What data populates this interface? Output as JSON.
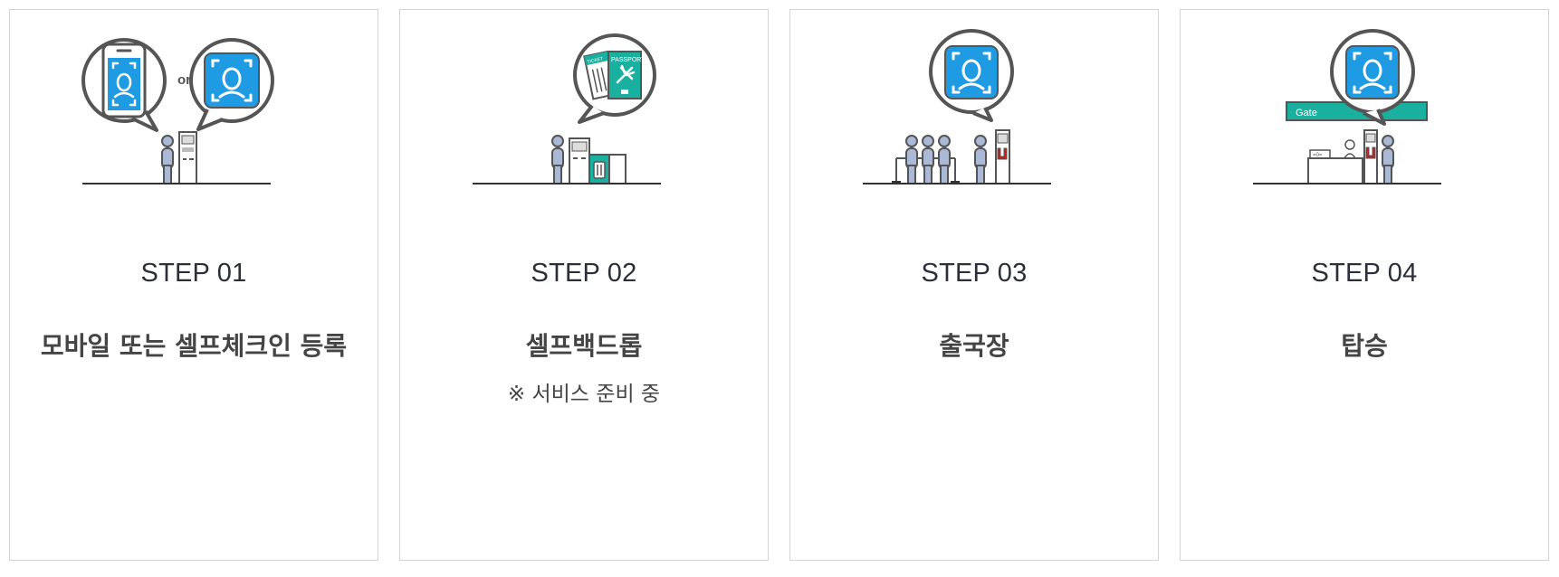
{
  "colors": {
    "face_blue": "#1e9be3",
    "teal": "#1ab09f",
    "outline": "#555555",
    "person": "#a9b9d6",
    "text_dark": "#2b2f3a",
    "text_gray": "#444444"
  },
  "steps": [
    {
      "number": "STEP 01",
      "title": "모바일 또는 셀프체크인 등록",
      "icons": [
        "smartphone-face-icon",
        "face-recognition-icon",
        "person-icon",
        "kiosk-icon"
      ],
      "or_label": "or"
    },
    {
      "number": "STEP 02",
      "title": "셀프백드롭",
      "note": "※ 서비스 준비 중",
      "icons": [
        "ticket-passport-icon",
        "person-icon",
        "baggage-drop-icon"
      ],
      "ticket_label": "TICKET",
      "passport_label": "PASSPORT"
    },
    {
      "number": "STEP 03",
      "title": "출국장",
      "icons": [
        "face-recognition-icon",
        "queue-people-icon",
        "gate-kiosk-icon"
      ]
    },
    {
      "number": "STEP 04",
      "title": "탑승",
      "icons": [
        "face-recognition-icon",
        "gate-sign-icon",
        "boarding-counter-icon"
      ],
      "gate_label": "Gate"
    }
  ]
}
